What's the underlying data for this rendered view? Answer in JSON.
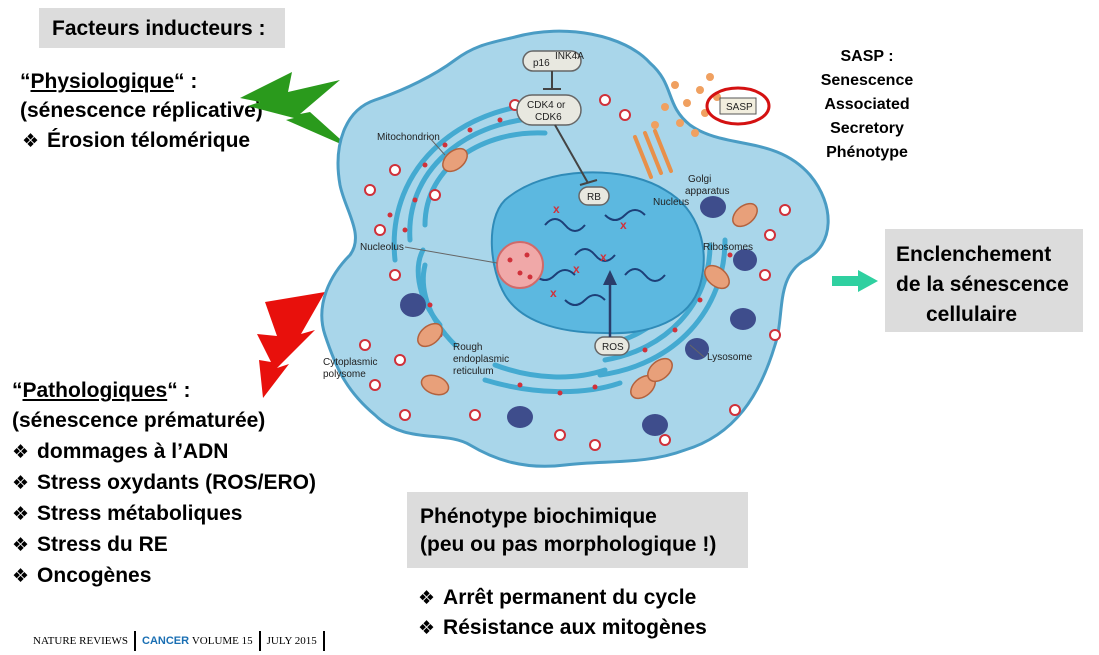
{
  "facteurs_title": "Facteurs inducteurs :",
  "physiologique": {
    "heading": "Physiologique",
    "open_quote": "“",
    "close_quote": "“ :",
    "subtitle": "(sénescence réplicative)",
    "items": [
      "Érosion télomérique"
    ]
  },
  "pathologiques": {
    "heading": "Pathologiques",
    "open_quote": "“",
    "close_quote": "“ :",
    "subtitle": "(sénescence prématurée)",
    "items": [
      "dommages à l’ADN",
      "Stress oxydants (ROS/ERO)",
      "Stress métaboliques",
      "Stress du RE",
      "Oncogènes"
    ]
  },
  "bullet_glyph": "❖",
  "sasp_definition": [
    "SASP :",
    "Senescence",
    "Associated",
    "Secretory",
    "Phénotype"
  ],
  "enclenchement": [
    "Enclenchement",
    "de la sénescence",
    "cellulaire"
  ],
  "phenotype_box": [
    "Phénotype biochimique",
    "(peu ou pas morphologique !)"
  ],
  "phenotype_items": [
    "Arrêt permanent du cycle",
    "Résistance aux mitogènes"
  ],
  "cell_labels": {
    "p16": "p16",
    "p16_sup": "INK4A",
    "cdk": [
      "CDK4 or",
      "CDK6"
    ],
    "sasp": "SASP",
    "mitochondrion": "Mitochondrion",
    "golgi": [
      "Golgi",
      "apparatus"
    ],
    "rb": "RB",
    "nucleus": "Nucleus",
    "nucleolus": "Nucleolus",
    "ribosomes": "Ribosomes",
    "rough_er": [
      "Rough",
      "endoplasmic",
      "reticulum"
    ],
    "ros": "ROS",
    "lysosome": "Lysosome",
    "polysome": [
      "Cytoplasmic",
      "polysome"
    ]
  },
  "colors": {
    "cell_fill": "#a9d6ea",
    "cell_stroke": "#4a9cc4",
    "nucleus_fill": "#5cb8e0",
    "lysosome": "#3e4d8c",
    "mito": "#e8a07a",
    "bolt_green": "#2a9a1c",
    "bolt_red": "#e8100c",
    "arrow_teal": "#2fd0a0",
    "sasp_circle": "#d41111",
    "vesicle": "#f0a060",
    "cancer_blue": "#1a6fb3"
  },
  "footer": {
    "journal": "NATURE REVIEWS",
    "section": "CANCER",
    "volume": "VOLUME 15",
    "date": "JULY 2015"
  }
}
